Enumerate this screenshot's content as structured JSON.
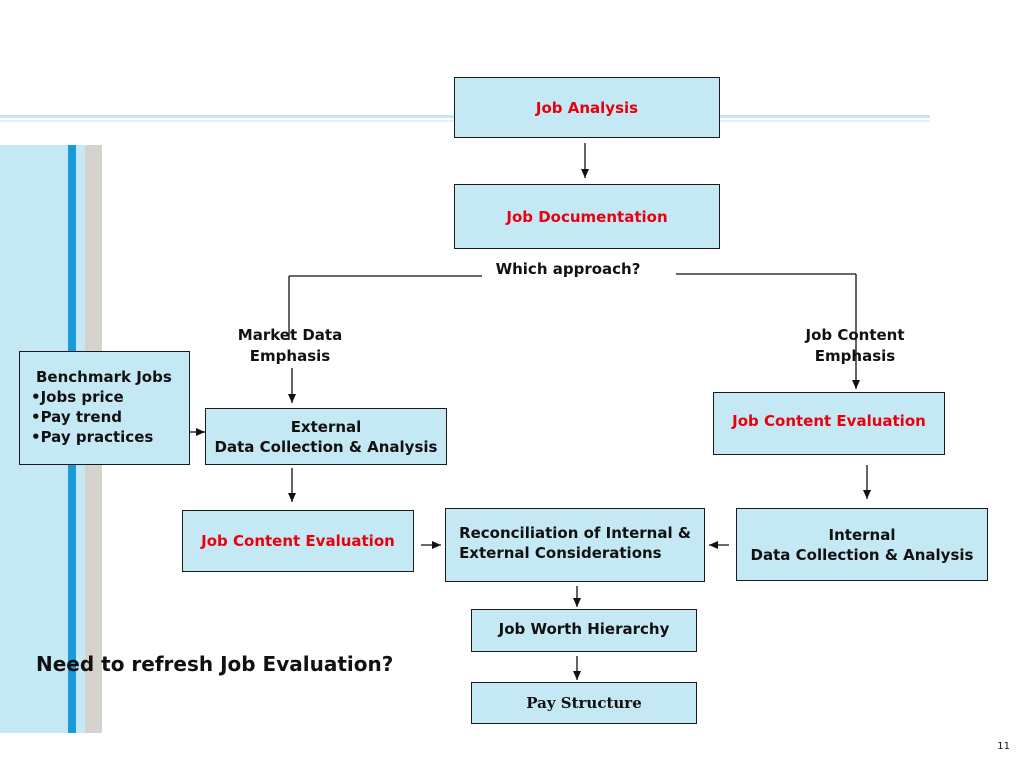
{
  "colors": {
    "box_fill": "#c5e8f5",
    "highlight_text": "#e8000d",
    "accent_blue": "#1a9ad6",
    "accent_gray": "#d6d3cf",
    "panel_light_blue": "#c5e8f5"
  },
  "diagram": {
    "job_analysis": "Job Analysis",
    "job_documentation": "Job Documentation",
    "question": "Which approach?",
    "left_branch_label": "Market Data\nEmphasis",
    "right_branch_label": "Job Content\nEmphasis",
    "benchmark": {
      "title": "Benchmark Jobs",
      "items": [
        "Jobs price",
        "Pay trend",
        "Pay practices"
      ]
    },
    "external_analysis": "External\nData Collection & Analysis",
    "job_content_evaluation_right": "Job Content Evaluation",
    "job_content_evaluation_left": "Job Content Evaluation",
    "reconciliation": "Reconciliation of Internal &\nExternal Considerations",
    "internal_analysis": "Internal\nData Collection & Analysis",
    "job_worth_hierarchy": "Job Worth Hierarchy",
    "pay_structure": "Pay Structure"
  },
  "footer": {
    "question": "Need to refresh Job Evaluation?",
    "page_number": "11"
  }
}
